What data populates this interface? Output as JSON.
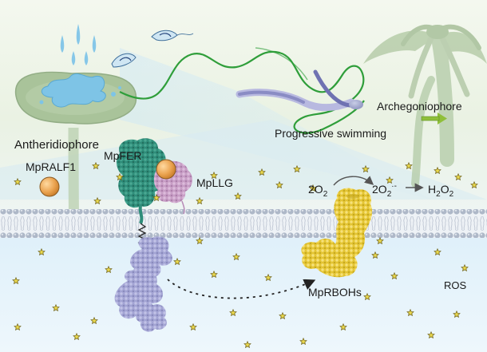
{
  "labels": {
    "antheridiophore": "Antheridiophore",
    "archegoniophore": "Archegoniophore",
    "progressive_swimming": "Progressive swimming",
    "mpralf1": "MpRALF1",
    "mpfer": "MpFER",
    "mpllg": "MpLLG",
    "mprbohs": "MpRBOHs",
    "ros": "ROS",
    "reaction_o2": "2O",
    "reaction_o2_sub": "2",
    "reaction_superoxide": "2O",
    "reaction_superoxide_sub": "2",
    "reaction_superoxide_sup": "·-",
    "reaction_h2o2_h": "H",
    "reaction_h2o2_sub1": "2",
    "reaction_h2o2_o": "O",
    "reaction_h2o2_sub2": "2"
  },
  "colors": {
    "sky_top": "#f3f7ee",
    "plant_green": "#a9c39a",
    "plant_dark": "#7f9e72",
    "sperm_path": "#2f9e3a",
    "water_blue": "#7fc3e4",
    "membrane_head": "#a6b2c3",
    "cytoplasm": "#e5f2fa",
    "mpfer_teal": "#2f8d7a",
    "mpllg_pink": "#c9a0c7",
    "mpralf1_orange": "#eba451",
    "kinase_lavender": "#a9a9d8",
    "rboh_yellow": "#e6cb3a",
    "ros_star": "#e7d64b"
  },
  "icons": {
    "ligand": "orange-sphere-icon",
    "ros": "star-icon",
    "direction": "green-arrow-icon"
  }
}
